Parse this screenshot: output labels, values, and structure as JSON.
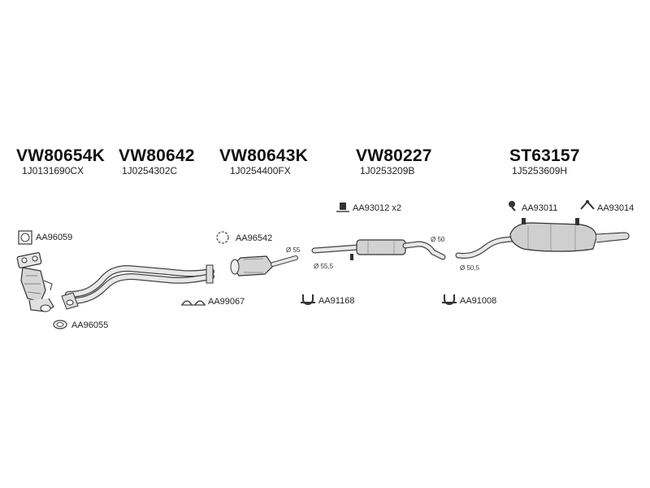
{
  "sections": [
    {
      "code": "VW80654K",
      "oem": "1J0131690CX"
    },
    {
      "code": "VW80642",
      "oem": "1J0254302C"
    },
    {
      "code": "VW80643K",
      "oem": "1J0254400FX"
    },
    {
      "code": "VW80227",
      "oem": "1J0253209B"
    },
    {
      "code": "ST63157",
      "oem": "1J5253609H"
    }
  ],
  "parts": {
    "gasket_1": "AA96059",
    "gasket_2": "AA96542",
    "gasket_3": "AA96055",
    "clamp_kit": "AA99067",
    "clamp_1": "AA91168",
    "clamp_2": "AA91008",
    "mount_1": "AA93012 x2",
    "mount_2": "AA93011",
    "mount_3": "AA93014"
  },
  "dimensions": {
    "d_cat_out": "Ø 55",
    "d_mid_in": "Ø 55,5",
    "d_mid_out": "Ø 50",
    "d_rear_in": "Ø 50,5"
  }
}
